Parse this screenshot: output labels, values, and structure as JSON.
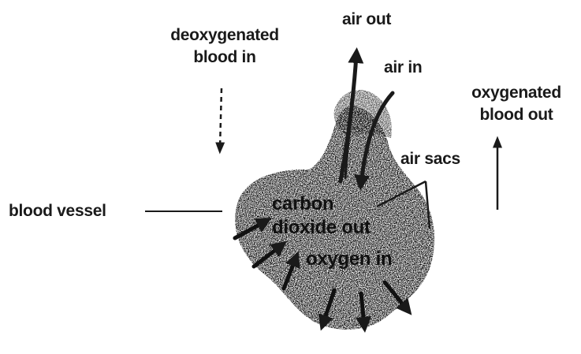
{
  "diagram": {
    "labels": {
      "deoxygenated_line1": "deoxygenated",
      "deoxygenated_line2": "blood in",
      "air_out": "air out",
      "air_in": "air in",
      "oxygenated_line1": "oxygenated",
      "oxygenated_line2": "blood out",
      "air_sacs": "air sacs",
      "blood_vessel": "blood vessel",
      "carbon_line1": "carbon",
      "carbon_line2": "dioxide out",
      "oxygen_in": "oxygen in"
    },
    "colors": {
      "ink": "#1a1a1a",
      "background": "#ffffff",
      "stipple": "#555555"
    }
  }
}
